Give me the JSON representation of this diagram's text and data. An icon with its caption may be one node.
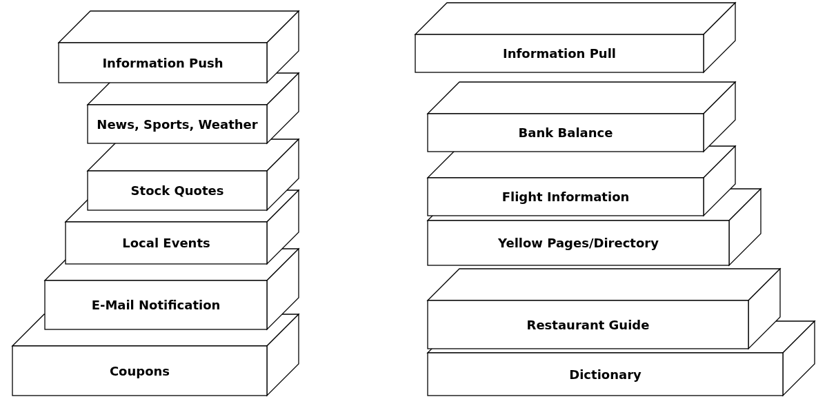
{
  "diagram": {
    "nodes": [
      {
        "text": [
          "Information Push"
        ]
      },
      {
        "text": [
          "News, Sports, Weather"
        ]
      },
      {
        "text": [
          "Stock Quotes"
        ]
      },
      {
        "text": [
          "Local Events"
        ]
      },
      {
        "text": [
          "E-Mail Notification"
        ]
      },
      {
        "text": [
          "Coupons"
        ]
      },
      {
        "text": [
          "Information Pull"
        ]
      },
      {
        "text": [
          "Bank Balance"
        ]
      },
      {
        "text": [
          "Flight Information"
        ]
      },
      {
        "text": [
          "Yellow Pages/Directory"
        ]
      },
      {
        "text": [
          "Restaurant Guide"
        ]
      },
      {
        "text": [
          "Dictionary"
        ]
      }
    ]
  }
}
